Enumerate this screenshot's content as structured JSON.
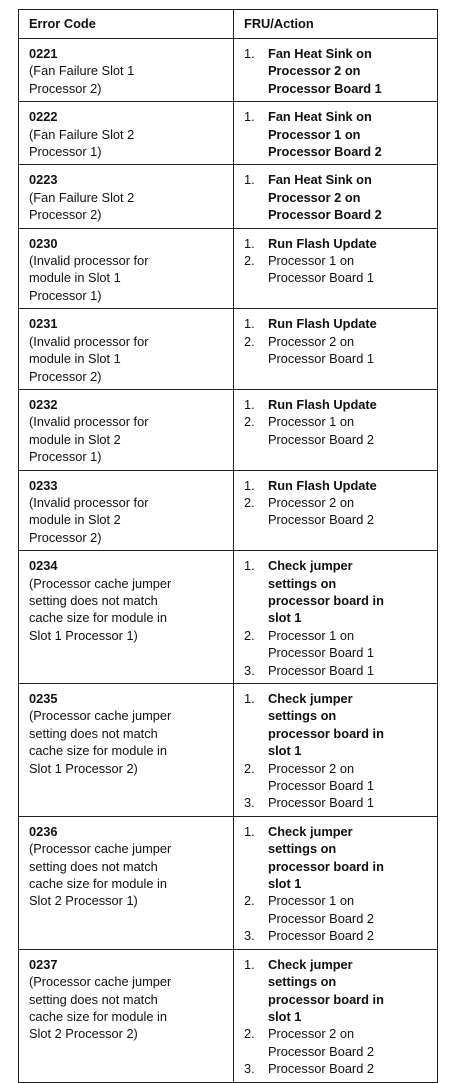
{
  "table": {
    "headers": {
      "code": "Error Code",
      "action": "FRU/Action"
    },
    "rows": [
      {
        "code": "0221",
        "description": "(Fan Failure Slot 1\nProcessor 2)",
        "actions": [
          {
            "num": "1.",
            "text": "Fan Heat Sink on\nProcessor 2 on\nProcessor Board 1",
            "bold": true
          }
        ]
      },
      {
        "code": "0222",
        "description": "(Fan Failure Slot 2\nProcessor 1)",
        "actions": [
          {
            "num": "1.",
            "text": "Fan Heat Sink on\nProcessor 1 on\nProcessor Board 2",
            "bold": true
          }
        ]
      },
      {
        "code": "0223",
        "description": "(Fan Failure Slot 2\nProcessor 2)",
        "actions": [
          {
            "num": "1.",
            "text": "Fan Heat Sink on\nProcessor 2 on\nProcessor Board 2",
            "bold": true
          }
        ]
      },
      {
        "code": "0230",
        "description": "(Invalid processor for\nmodule in Slot 1\nProcessor 1)",
        "actions": [
          {
            "num": "1.",
            "text": "Run Flash Update",
            "bold": true
          },
          {
            "num": "2.",
            "text": "Processor 1 on\nProcessor Board 1",
            "bold": false
          }
        ]
      },
      {
        "code": "0231",
        "description": "(Invalid processor for\nmodule in Slot 1\nProcessor 2)",
        "actions": [
          {
            "num": "1.",
            "text": "Run Flash Update",
            "bold": true
          },
          {
            "num": "2.",
            "text": "Processor 2 on\nProcessor Board 1",
            "bold": false
          }
        ]
      },
      {
        "code": "0232",
        "description": "(Invalid processor for\nmodule in Slot 2\nProcessor 1)",
        "actions": [
          {
            "num": "1.",
            "text": "Run Flash Update",
            "bold": true
          },
          {
            "num": "2.",
            "text": "Processor 1 on\nProcessor Board 2",
            "bold": false
          }
        ]
      },
      {
        "code": "0233",
        "description": "(Invalid processor for\nmodule in Slot 2\nProcessor 2)",
        "actions": [
          {
            "num": "1.",
            "text": "Run Flash Update",
            "bold": true
          },
          {
            "num": "2.",
            "text": "Processor 2 on\nProcessor Board 2",
            "bold": false
          }
        ]
      },
      {
        "code": "0234",
        "description": "(Processor cache jumper\nsetting does not match\ncache size for module in\nSlot 1 Processor 1)",
        "actions": [
          {
            "num": "1.",
            "text": "Check jumper\nsettings on\nprocessor board in\nslot 1",
            "bold": true
          },
          {
            "num": "2.",
            "text": "Processor 1 on\nProcessor Board 1",
            "bold": false
          },
          {
            "num": "3.",
            "text": "Processor Board 1",
            "bold": false
          }
        ]
      },
      {
        "code": "0235",
        "description": "(Processor cache jumper\nsetting does not match\ncache size for module in\nSlot 1 Processor 2)",
        "actions": [
          {
            "num": "1.",
            "text": "Check jumper\nsettings on\nprocessor board in\nslot 1",
            "bold": true
          },
          {
            "num": "2.",
            "text": "Processor 2 on\nProcessor Board 1",
            "bold": false
          },
          {
            "num": "3.",
            "text": "Processor Board 1",
            "bold": false
          }
        ]
      },
      {
        "code": "0236",
        "description": "(Processor cache jumper\nsetting does not match\ncache size for module in\nSlot 2 Processor 1)",
        "actions": [
          {
            "num": "1.",
            "text": "Check jumper\nsettings on\nprocessor board in\nslot 1",
            "bold": true
          },
          {
            "num": "2.",
            "text": "Processor 1 on\nProcessor Board 2",
            "bold": false
          },
          {
            "num": "3.",
            "text": "Processor Board 2",
            "bold": false
          }
        ]
      },
      {
        "code": "0237",
        "description": "(Processor cache jumper\nsetting does not match\ncache size for module in\nSlot 2 Processor 2)",
        "actions": [
          {
            "num": "1.",
            "text": "Check jumper\nsettings on\nprocessor board in\nslot 1",
            "bold": true
          },
          {
            "num": "2.",
            "text": "Processor 2 on\nProcessor Board 2",
            "bold": false
          },
          {
            "num": "3.",
            "text": "Processor Board 2",
            "bold": false
          }
        ]
      }
    ]
  }
}
